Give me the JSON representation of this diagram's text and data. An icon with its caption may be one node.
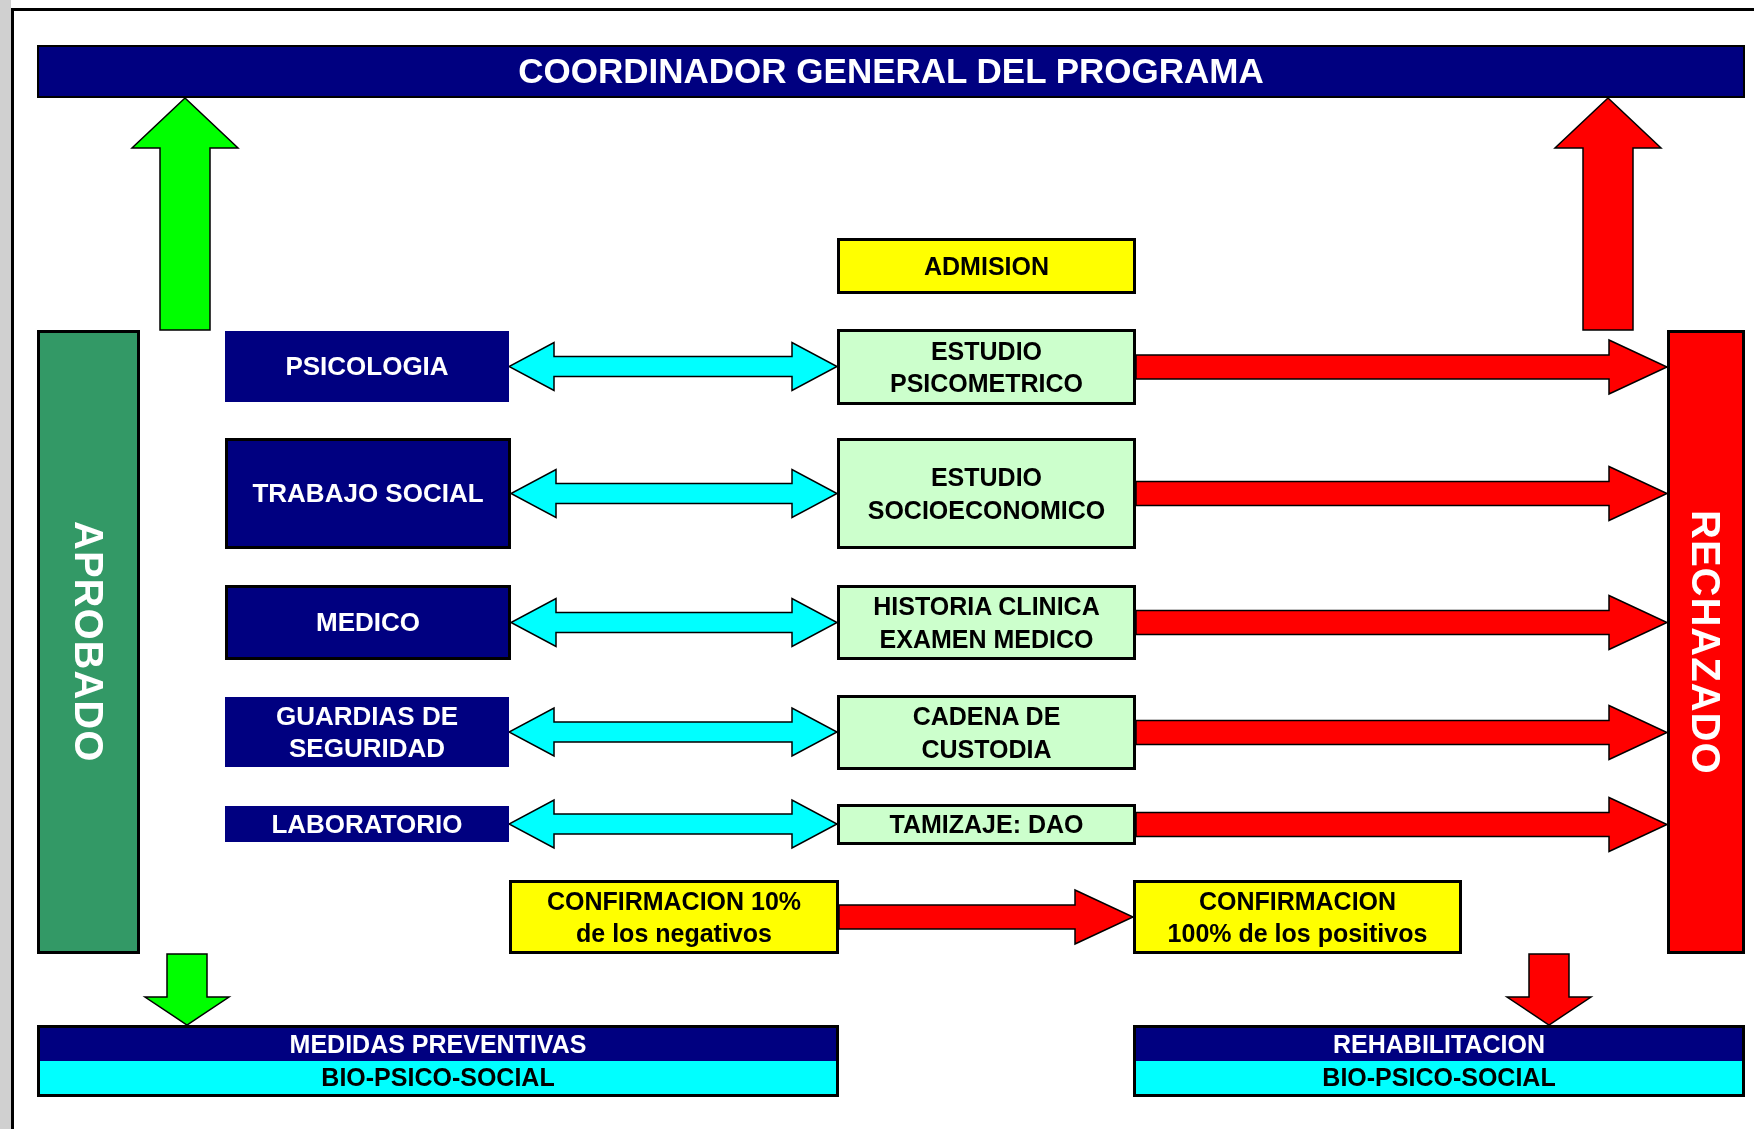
{
  "diagram": {
    "nodes": [
      {
        "text": [
          "COORDINADOR GENERAL DEL PROGRAMA"
        ]
      },
      {
        "text": [
          "ADMISION"
        ]
      },
      {
        "text": [
          "APROBADO"
        ]
      },
      {
        "text": [
          "RECHAZADO"
        ]
      },
      {
        "text": [
          "PSICOLOGIA"
        ]
      },
      {
        "text": [
          "ESTUDIO PSICOMETRICO"
        ]
      },
      {
        "text": [
          "TRABAJO SOCIAL"
        ]
      },
      {
        "text": [
          "ESTUDIO SOCIOECONOMICO"
        ]
      },
      {
        "text": [
          "MEDICO"
        ]
      },
      {
        "text": [
          "HISTORIA CLINICA EXAMEN MEDICO"
        ]
      },
      {
        "text": [
          "GUARDIAS DE SEGURIDAD"
        ]
      },
      {
        "text": [
          "CADENA DE CUSTODIA"
        ]
      },
      {
        "text": [
          "LABORATORIO"
        ]
      },
      {
        "text": [
          "TAMIZAJE: DAO"
        ]
      },
      {
        "text": [
          "CONFIRMACION 10% de los negativos"
        ]
      },
      {
        "text": [
          "CONFIRMACION 100% de los positivos"
        ]
      },
      {
        "text": [
          "MEDIDAS PREVENTIVAS",
          "BIO-PSICO-SOCIAL"
        ]
      },
      {
        "text": [
          "REHABILITACION",
          "BIO-PSICO-SOCIAL"
        ]
      }
    ],
    "edges": [
      {
        "from": 2,
        "to": 0,
        "arrow": "to",
        "color": "#00ff00"
      },
      {
        "from": 3,
        "to": 0,
        "arrow": "to"
      },
      {
        "from": 4,
        "to": 5,
        "arrow": "both",
        "color": "#00ffff"
      },
      {
        "from": 6,
        "to": 7,
        "arrow": "both",
        "color": "#00ffff"
      },
      {
        "from": 8,
        "to": 9,
        "arrow": "both",
        "color": "#00ffff"
      },
      {
        "from": 10,
        "to": 11,
        "arrow": "both",
        "color": "#00ffff"
      },
      {
        "from": 12,
        "to": 13,
        "arrow": "both",
        "color": "#00ffff"
      },
      {
        "from": 5,
        "to": 3,
        "arrow": "to"
      },
      {
        "from": 7,
        "to": 3,
        "arrow": "to"
      },
      {
        "from": 9,
        "to": 3,
        "arrow": "to"
      },
      {
        "from": 11,
        "to": 3,
        "arrow": "to"
      },
      {
        "from": 13,
        "to": 3,
        "arrow": "to"
      },
      {
        "from": 14,
        "to": 15,
        "arrow": "to"
      },
      {
        "from": 2,
        "to": 16,
        "arrow": "to",
        "color": "#00ff00"
      },
      {
        "from": 3,
        "to": 17,
        "arrow": "to"
      }
    ]
  }
}
